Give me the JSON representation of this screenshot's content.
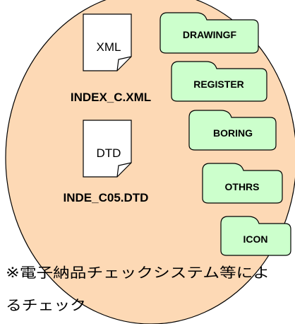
{
  "colors": {
    "circle_fill": "#fdd9b5",
    "folder_fill": "#ccffcc",
    "doc_fill": "#ffffff",
    "stroke": "#000000"
  },
  "files": [
    {
      "tag": "XML",
      "name": "INDEX_C.XML",
      "icon": "document-icon"
    },
    {
      "tag": "DTD",
      "name": "INDE_C05.DTD",
      "icon": "document-icon"
    }
  ],
  "folders": [
    {
      "name": "DRAWINGF",
      "icon": "folder-icon"
    },
    {
      "name": "REGISTER",
      "icon": "folder-icon"
    },
    {
      "name": "BORING",
      "icon": "folder-icon"
    },
    {
      "name": "OTHRS",
      "icon": "folder-icon"
    },
    {
      "name": "ICON",
      "icon": "folder-icon"
    }
  ],
  "note": {
    "line1": "※電子納品チェックシステム等によ",
    "line2": "るチェック"
  }
}
